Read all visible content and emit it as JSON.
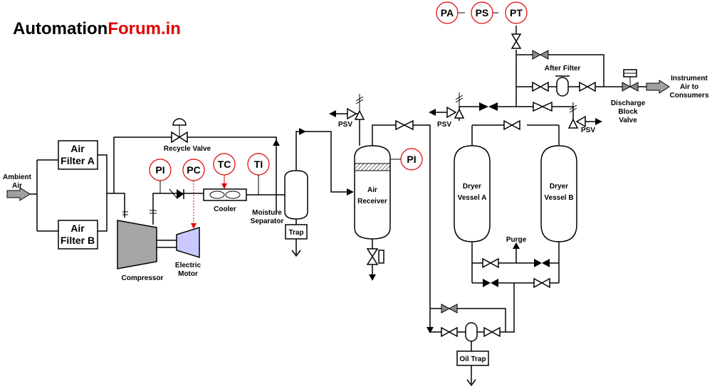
{
  "brand": {
    "part1": "Automation",
    "part2": "Forum.in",
    "color1": "#000000",
    "color2": "#e00000"
  },
  "labels": {
    "ambient1": "Ambient",
    "ambient2": "Air",
    "filterA1": "Air",
    "filterA2": "Filter A",
    "filterB1": "Air",
    "filterB2": "Filter B",
    "recycle": "Recycle Valve",
    "compressor": "Compressor",
    "motor1": "Electric",
    "motor2": "Motor",
    "cooler": "Cooler",
    "moist1": "Moisture",
    "moist2": "Separator",
    "trap": "Trap",
    "psv": "PSV",
    "recv1": "Air",
    "recv2": "Receiver",
    "dryA1": "Dryer",
    "dryA2": "Vessel A",
    "dryB1": "Dryer",
    "dryB2": "Vessel B",
    "purge": "Purge",
    "afterFilter": "After Filter",
    "disch1": "Discharge",
    "disch2": "Block",
    "disch3": "Valve",
    "instr1": "Instrument",
    "instr2": "Air to",
    "instr3": "Consumers",
    "oilTrap": "Oil Trap"
  },
  "instruments": {
    "pi": "PI",
    "pc": "PC",
    "tc": "TC",
    "ti": "TI",
    "pa": "PA",
    "ps": "PS",
    "pt": "PT"
  },
  "colors": {
    "line": "#000000",
    "instrument": "#e00000",
    "compressor": "#a6a6a6",
    "motor": "#c9c9ff",
    "valveGray": "#8c8c8c"
  }
}
